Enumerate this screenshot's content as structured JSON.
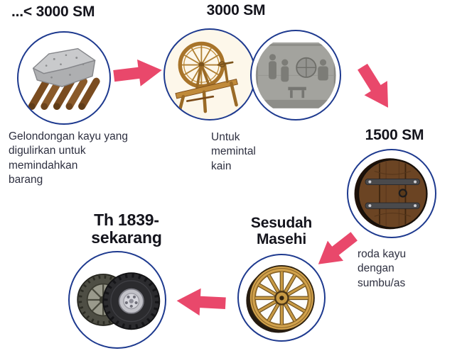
{
  "diagram": {
    "stages": {
      "logs": {
        "title": "...< 3000 SM",
        "caption": "Gelondongan  kayu yang\ndigulirkan untuk\nmemindahkan\n barang"
      },
      "spinning": {
        "title": "3000 SM",
        "caption": "Untuk\nmemintal\nkain"
      },
      "axle": {
        "title": "1500 SM",
        "caption": "roda kayu\ndengan\nsumbu/as"
      },
      "spoked": {
        "title": "Sesudah\nMasehi"
      },
      "modern": {
        "title": "Th 1839-\nsekarang"
      }
    },
    "icons": {
      "logs": "stone-on-log-rollers-icon",
      "spinning_wheel": "spinning-wheel-icon",
      "relief": "stone-relief-icon",
      "axle_wheel": "wooden-axle-wheel-icon",
      "spoked_wheel": "wooden-spoked-wheel-icon",
      "modern_tires": "rubber-tires-icon",
      "arrows": [
        "arrow-right-icon",
        "arrow-down-right-icon",
        "arrow-down-left-icon",
        "arrow-left-icon"
      ]
    },
    "colors": {
      "arrow": "#e9486b",
      "circle_border": "#1e3a8f",
      "text": "#14141c",
      "caption": "#2e3040"
    }
  }
}
